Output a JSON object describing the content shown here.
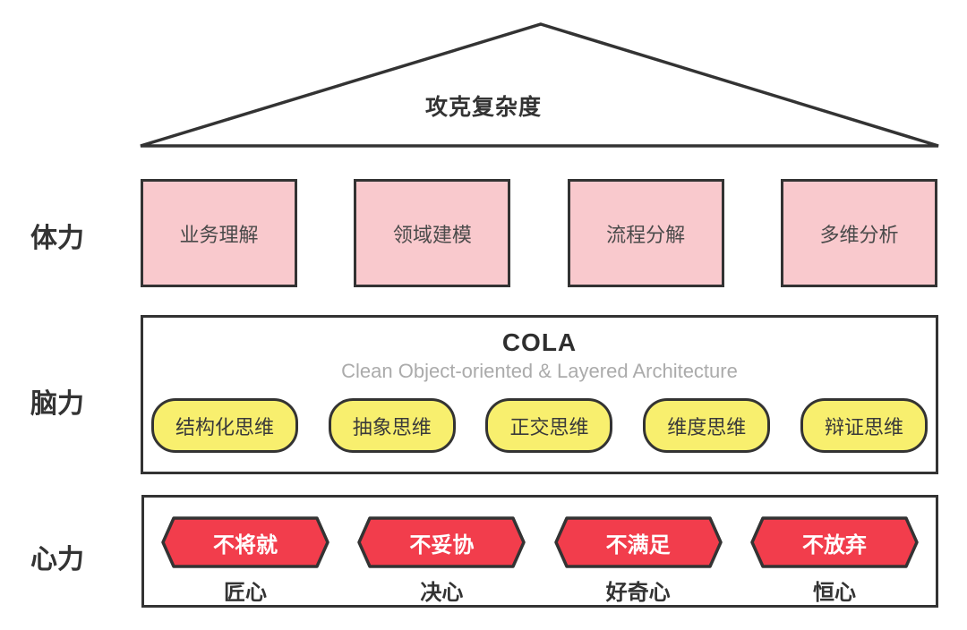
{
  "roof": {
    "label": "攻克复杂度"
  },
  "physical_row": {
    "label": "体力",
    "boxes": [
      "业务理解",
      "领域建模",
      "流程分解",
      "多维分析"
    ]
  },
  "brain_row": {
    "label": "脑力",
    "title": "COLA",
    "subtitle": "Clean Object-oriented & Layered Architecture",
    "pills": [
      "结构化思维",
      "抽象思维",
      "正交思维",
      "维度思维",
      "辩证思维"
    ]
  },
  "heart_row": {
    "label": "心力",
    "items": [
      {
        "badge": "不将就",
        "caption": "匠心"
      },
      {
        "badge": "不妥协",
        "caption": "决心"
      },
      {
        "badge": "不满足",
        "caption": "好奇心"
      },
      {
        "badge": "不放弃",
        "caption": "恒心"
      }
    ]
  },
  "colors": {
    "box_pink": "#F9C9CD",
    "pill_yellow": "#F8EF6E",
    "hex_red": "#F23D4C",
    "border_dark": "#333333",
    "subtitle_gray": "#ABABAB"
  }
}
